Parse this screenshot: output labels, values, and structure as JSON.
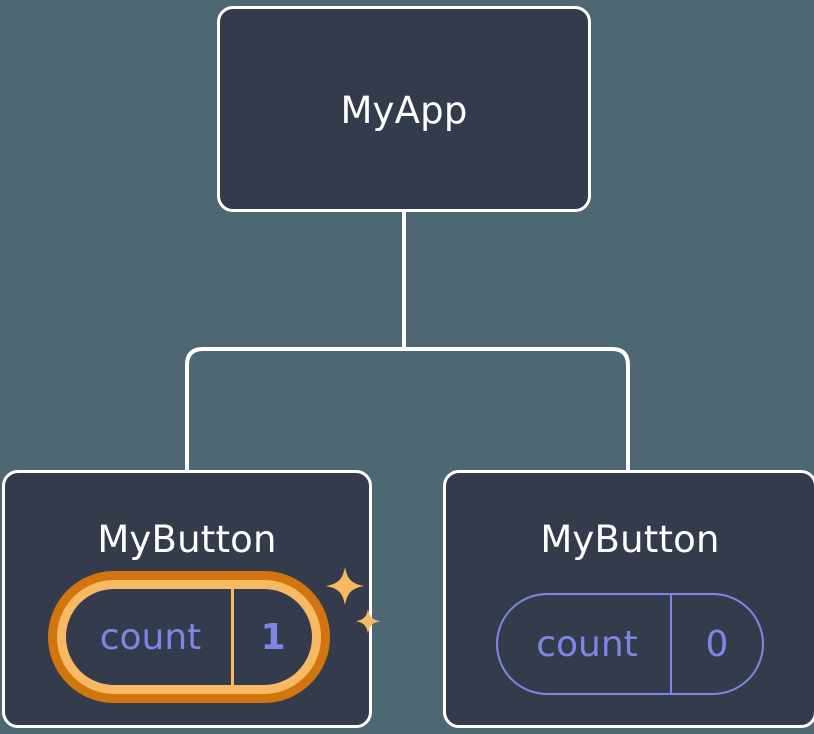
{
  "diagram": {
    "type": "component-tree",
    "background_color": "#4d6872",
    "node_fill": "#343c4b",
    "node_border": "#ffffff",
    "connector_color": "#ffffff",
    "accent_purple": "#7e85e8",
    "accent_orange_dark": "#d1760f",
    "accent_orange_light": "#f8b964",
    "root": {
      "title": "MyApp"
    },
    "children": [
      {
        "title": "MyButton",
        "state": {
          "key": "count",
          "value": "1"
        },
        "highlighted": true,
        "sparkle_count": 2
      },
      {
        "title": "MyButton",
        "state": {
          "key": "count",
          "value": "0"
        },
        "highlighted": false,
        "sparkle_count": 0
      }
    ]
  }
}
